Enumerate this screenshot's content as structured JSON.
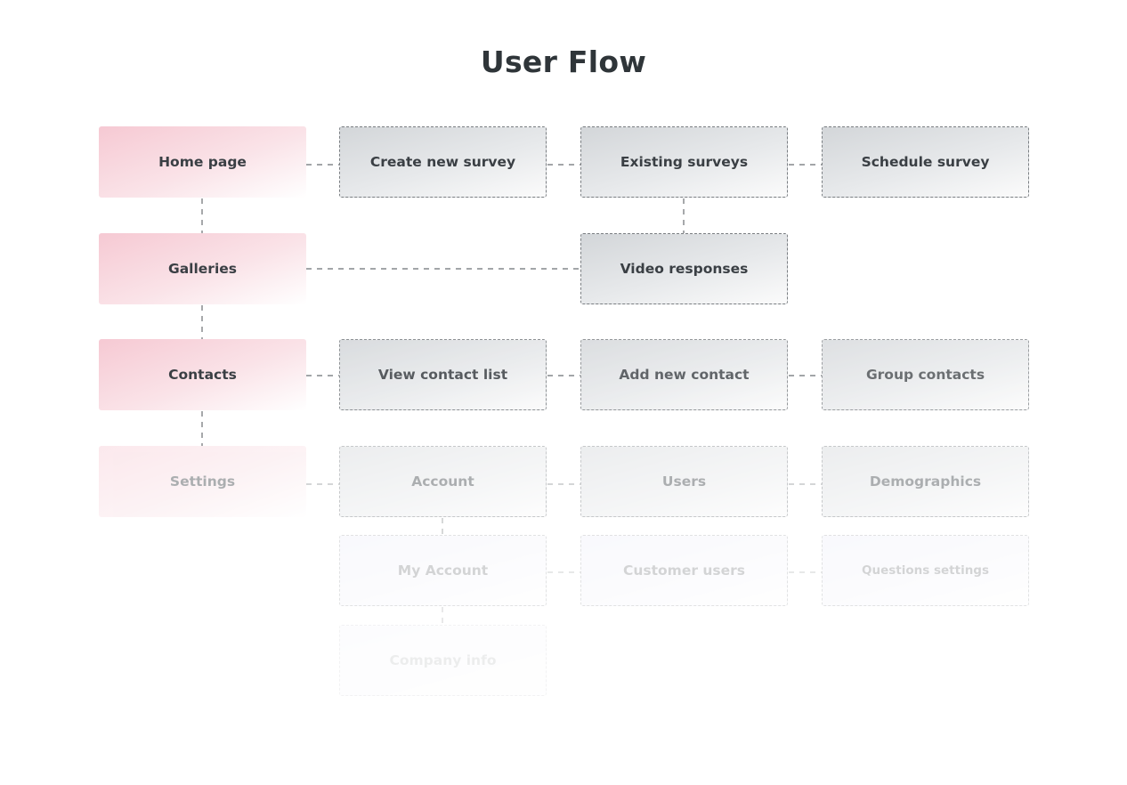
{
  "title": "User Flow",
  "nodes": {
    "home_page": "Home page",
    "galleries": "Galleries",
    "contacts": "Contacts",
    "settings": "Settings",
    "create_new_survey": "Create new survey",
    "existing_surveys": "Existing surveys",
    "schedule_survey": "Schedule survey",
    "video_responses": "Video responses",
    "view_contact_list": "View contact list",
    "add_new_contact": "Add new contact",
    "group_contacts": "Group contacts",
    "account": "Account",
    "users": "Users",
    "demographics": "Demographics",
    "my_account": "My Account",
    "customer_users": "Customer users",
    "questions_settings": "Questions settings",
    "company_info": "Company info"
  },
  "colors": {
    "main_node": "#f6c9d3",
    "sub_node": "#d3d6d9",
    "faded_sub_node": "#e5e6f7",
    "connector": "#6b6f73",
    "title_text": "#2f3539"
  }
}
